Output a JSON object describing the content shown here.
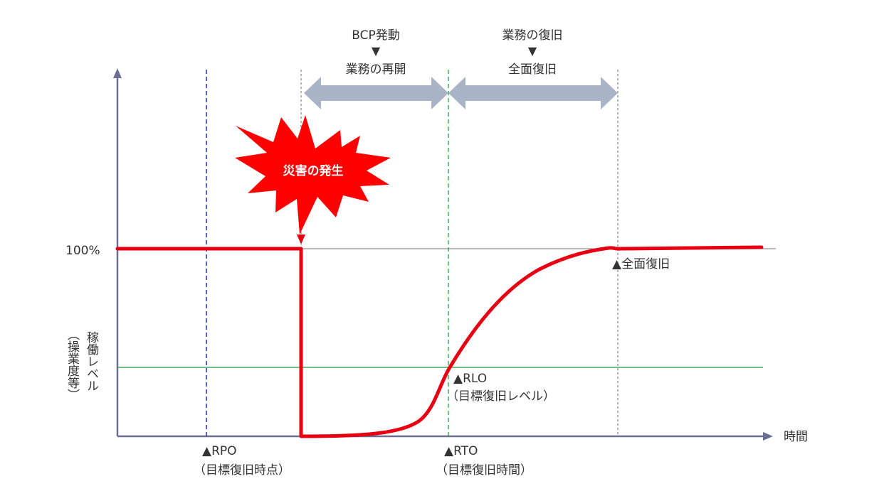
{
  "colors": {
    "axis": "#6b6f96",
    "level_line": "#e60012",
    "rlo_line": "#1a9e3a",
    "rpo": "#1f2bd6",
    "rto": "#e07a10",
    "rlo": "#1a9e3a",
    "phase_arrow": "#a9b4c6",
    "burst": "#ff0000"
  },
  "axes": {
    "y_tick_100": "100%",
    "y_label_line1": "稼働レベル",
    "y_label_line2": "（操業度等）",
    "x_label": "時間"
  },
  "phases": {
    "bcp_top": "BCP発動",
    "bcp_bottom": "業務の再開",
    "recovery_top": "業務の復旧",
    "recovery_bottom": "全面復旧",
    "down_marker": "▼"
  },
  "event": {
    "disaster": "災害の発生"
  },
  "markers": {
    "rpo_name": "▲RPO",
    "rpo_desc": "（目標復旧時点）",
    "rto_name": "▲RTO",
    "rto_desc": "（目標復旧時間）",
    "rlo_name": "▲RLO",
    "rlo_desc": "（目標復旧レベル）",
    "full_recovery": "▲全面復旧"
  }
}
